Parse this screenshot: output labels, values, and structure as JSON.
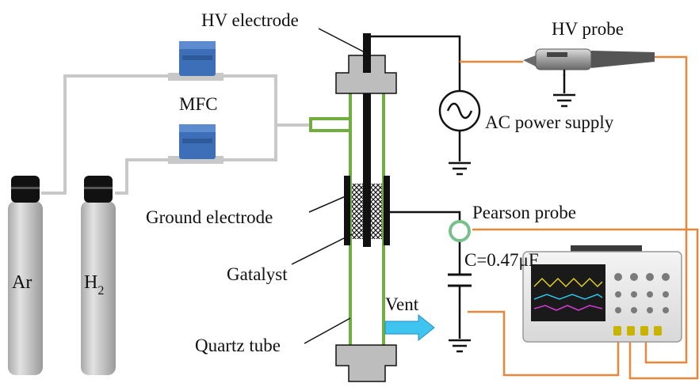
{
  "labels": {
    "hv_electrode": "HV electrode",
    "hv_probe": "HV probe",
    "mfc": "MFC",
    "ac_power_supply": "AC power supply",
    "ground_electrode": "Ground electrode",
    "pearson_probe": "Pearson probe",
    "capacitor": "C=0.47μF",
    "catalyst": "Gatalyst",
    "vent": "Vent",
    "quartz_tube": "Quartz tube",
    "gas_ar": "Ar",
    "gas_h2_base": "H",
    "gas_h2_sub": "2"
  },
  "colors": {
    "gas_line": "#c8c8c8",
    "quartz": "#6fae3f",
    "signal_cable": "#e8873a",
    "wire": "#111111",
    "pearson_coil": "#77c08a",
    "vent_arrow": "#3fc4f0",
    "mfc_body": "#3d6fb8",
    "cylinder": "#c9c9c9",
    "electrode_block": "#bdbdbd"
  },
  "icons": {
    "ac_source": "ac-source-symbol",
    "ground": "ground-symbol",
    "capacitor": "capacitor-symbol",
    "oscilloscope": "oscilloscope-device",
    "mfc": "mass-flow-controller-device",
    "hv_probe": "high-voltage-probe-device",
    "pearson": "current-probe-coil"
  }
}
